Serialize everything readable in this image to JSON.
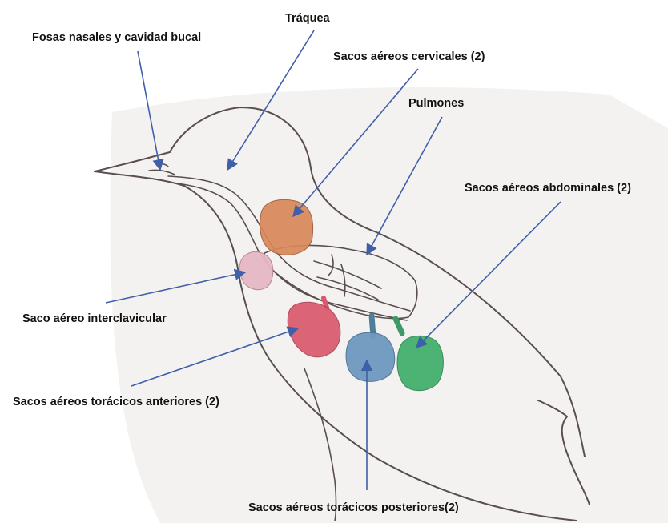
{
  "labels": {
    "fosas": "Fosas nasales y cavidad bucal",
    "traquea": "Tráquea",
    "cervicales": "Sacos aéreos cervicales (2)",
    "pulmones": "Pulmones",
    "abdominales": "Sacos aéreos abdominales (2)",
    "interclavicular": "Saco aéreo interclavicular",
    "toracicos_anteriores": "Sacos aéreos torácicos anteriores (2)",
    "toracicos_posteriores": "Sacos aéreos torácicos posteriores(2)"
  },
  "colors": {
    "paper": "#f3f2f1",
    "outline": "#5a4e4e",
    "arrow": "#3f5fa8",
    "cervical_sac": "#d9875a",
    "interclavicular_sac": "#e6b8c4",
    "anterior_thoracic_sac": "#d9586c",
    "posterior_thoracic_sac": "#6f99bf",
    "abdominal_sac": "#3fae6a",
    "abdominal_connector": "#3f9a6a",
    "posterior_connector": "#4c7f9a"
  }
}
